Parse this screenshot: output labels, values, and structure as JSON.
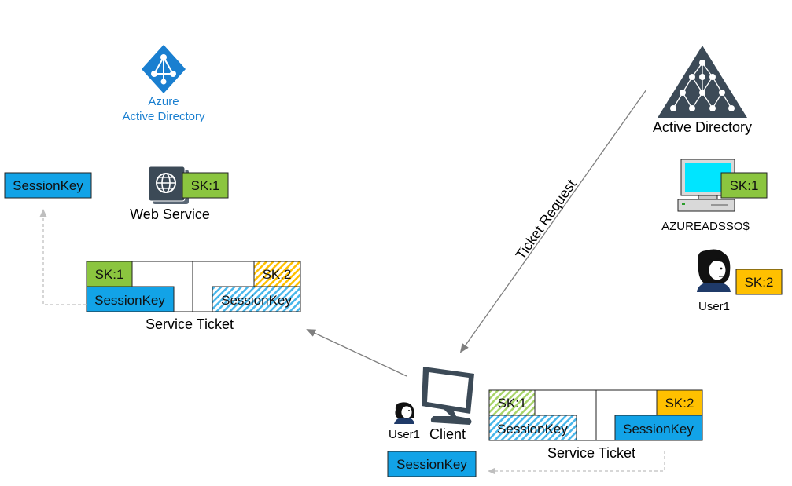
{
  "azure": {
    "line1": "Azure",
    "line2": "Active Directory"
  },
  "web_service": {
    "label": "Web Service",
    "key": "SK:1"
  },
  "ad": {
    "label": "Active Directory"
  },
  "azureadsso": {
    "label": "AZUREADSSO$",
    "key": "SK:1"
  },
  "user_right": {
    "label": "User1",
    "key": "SK:2"
  },
  "left_sessionkey": "SessionKey",
  "ticket_left": {
    "sk1": "SK:1",
    "sk2": "SK:2",
    "key1": "SessionKey",
    "key2": "SessionKey",
    "caption": "Service Ticket"
  },
  "ticket_right": {
    "sk1": "SK:1",
    "sk2": "SK:2",
    "key1": "SessionKey",
    "key2": "SessionKey",
    "caption": "Service Ticket"
  },
  "client": {
    "user": "User1",
    "label": "Client",
    "sessionkey": "SessionKey"
  },
  "arrow_label": "Ticket Request",
  "colors": {
    "green": "#8bc53f",
    "orange": "#ffc000",
    "blue": "#12a3e7",
    "icon_dark": "#3c4a57",
    "azure_blue": "#1a7fd0"
  }
}
